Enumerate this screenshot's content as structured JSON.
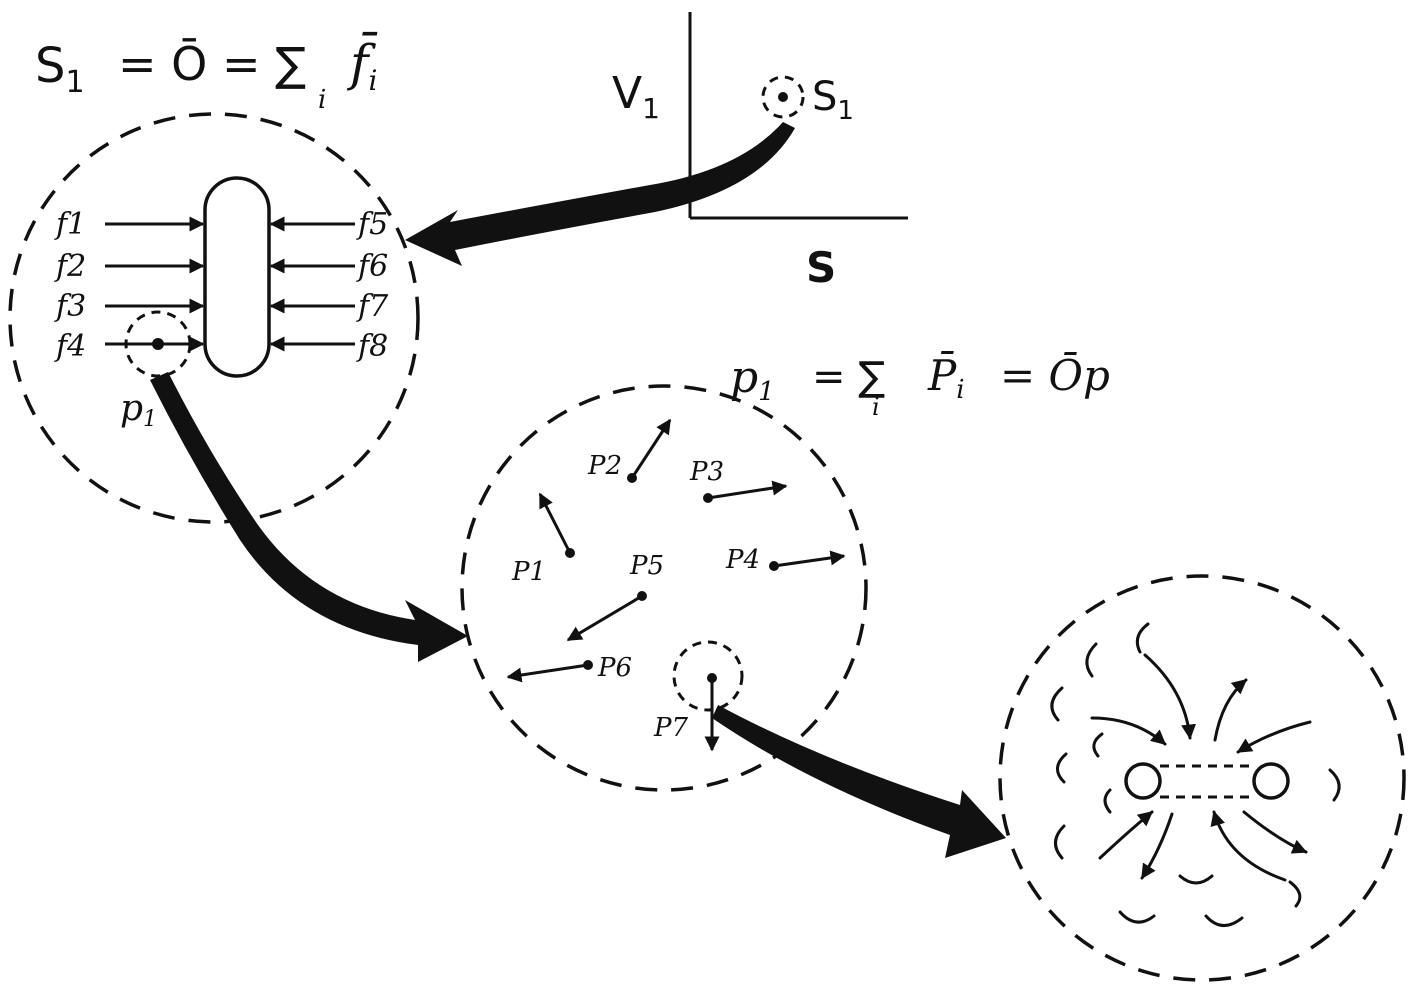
{
  "equations": {
    "s1_label": "S",
    "s1_sub": "1",
    "s1_rest": "= Ō = ∑",
    "s1_sum_index": "i",
    "s1_term": "f̄",
    "s1_term_sub": "i",
    "p1_label": "p",
    "p1_sub": "1",
    "p1_rest": "= ∑",
    "p1_sum_index": "i",
    "p1_term": "P̄",
    "p1_term_sub": "i",
    "p1_end": "= Ōp"
  },
  "plot": {
    "y_label": "V",
    "y_sub": "1",
    "x_label": "S",
    "point_label": "S",
    "point_sub": "1"
  },
  "circle1": {
    "forces_left": [
      "f1",
      "f2",
      "f3",
      "f4"
    ],
    "forces_right": [
      "f5",
      "f6",
      "f7",
      "f8"
    ],
    "sub_label": "p",
    "sub_label_sub": "1"
  },
  "circle2": {
    "particles": [
      "P1",
      "P2",
      "P3",
      "P4",
      "P5",
      "P6",
      "P7"
    ]
  }
}
